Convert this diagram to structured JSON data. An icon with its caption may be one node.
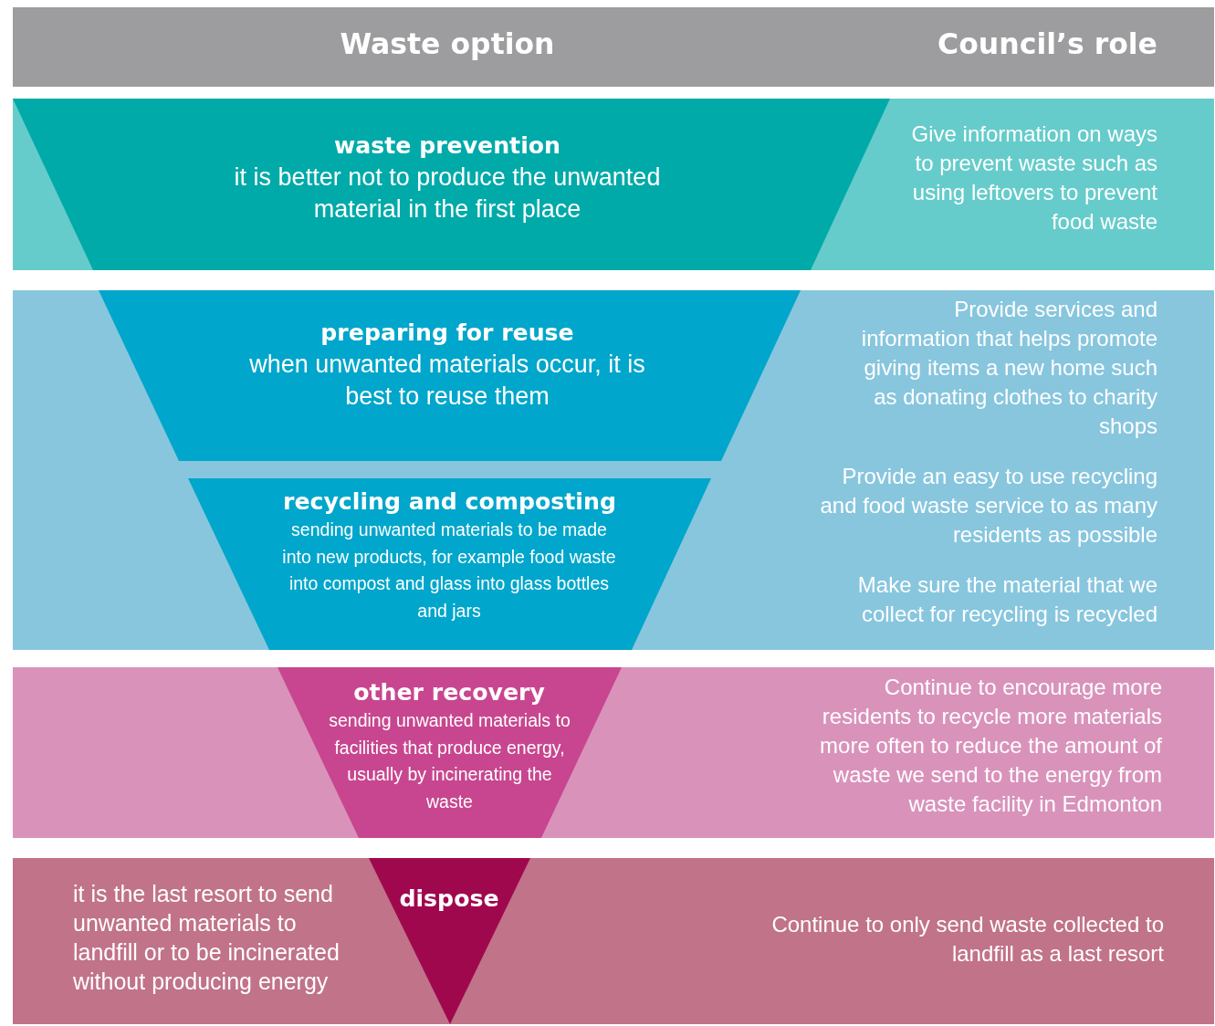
{
  "diagram": {
    "nodes": [
      {
        "text": [
          "Waste option",
          "Council’s role"
        ]
      },
      {
        "text": [
          "Give information on ways to prevent waste such as using leftovers to prevent food waste"
        ]
      },
      {
        "text": [
          "waste prevention",
          "it is better not to produce the unwanted material in the first place"
        ],
        "in": 1
      },
      {
        "text": [
          "Provide services and information that helps promote giving items a new home such as donating clothes to charity shops",
          "Provide an easy to use recycling and food waste service to as many residents as  possible",
          "Make sure the material that we collect for recycling is recycled"
        ]
      },
      {
        "text": [
          "preparing for reuse",
          "when unwanted materials occur, it is best to reuse them"
        ],
        "in": 3
      },
      {
        "text": [
          "recycling and composting",
          "sending unwanted materials to be made into new products, for example food waste into compost and glass into glass bottles and jars"
        ],
        "in": 3
      },
      {
        "text": [
          "Continue to encourage more residents to recycle more materials more often to reduce the amount of waste we send to the  energy from waste facility in Edmonton"
        ]
      },
      {
        "text": [
          "other recovery",
          "sending unwanted materials to facilities that produce energy, usually by incinerating the waste"
        ],
        "in": 6
      },
      {
        "text": [
          "it is the last resort to send unwanted materials to landfill or to be incinerated without producing energy",
          "Continue to only send waste collected to landfill as a  last resort"
        ]
      },
      {
        "text": [
          "dispose"
        ],
        "in": 8
      }
    ]
  }
}
